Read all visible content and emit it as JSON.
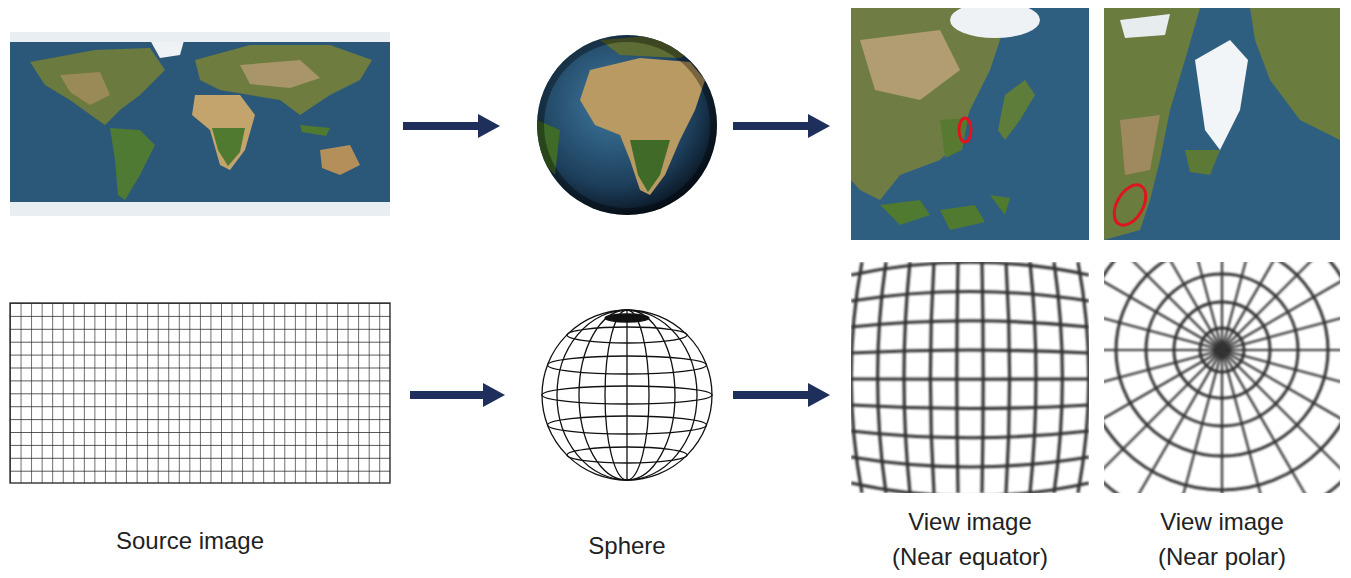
{
  "diagram": {
    "labels": [
      "Source image",
      "Sphere",
      "View image (Near equator)",
      "View image (Near polar)"
    ]
  }
}
